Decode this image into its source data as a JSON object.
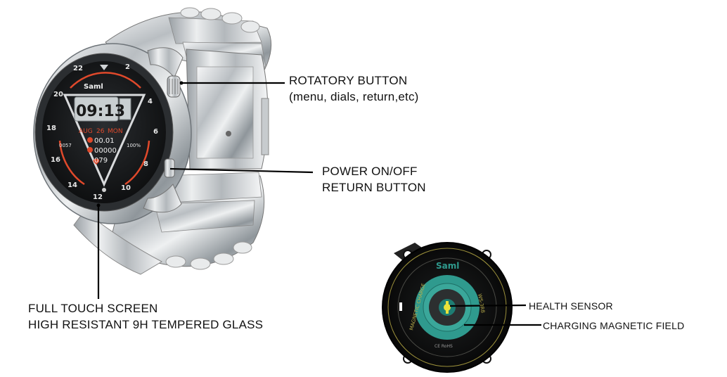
{
  "callouts": {
    "rotary": {
      "line1": "ROTATORY BUTTON",
      "line2": "(menu, dials, return,etc)"
    },
    "power": {
      "line1": "POWER ON/OFF",
      "line2": "RETURN BUTTON"
    },
    "screen": {
      "line1": "FULL TOUCH SCREEN",
      "line2": "HIGH RESISTANT 9H TEMPERED GLASS"
    },
    "health": {
      "line1": "HEALTH SENSOR"
    },
    "charging": {
      "line1": "CHARGING MAGNETIC FIELD"
    }
  },
  "watch_face": {
    "brand": "Saml",
    "time": "09:13",
    "month": "AUG",
    "day": "26",
    "weekday": "MON",
    "distance": "00.01",
    "steps": "00000",
    "heart_rate": "079",
    "left_value": "0057",
    "battery": "100%",
    "numerals": [
      "2",
      "4",
      "6",
      "8",
      "10",
      "12",
      "14",
      "16",
      "18",
      "20",
      "22"
    ]
  },
  "watch_back": {
    "brand": "Saml",
    "magnetic_label": "MAGNETIC CHARGE",
    "model": "WS-3R8",
    "cert": "CE RoHS"
  },
  "colors": {
    "accent_red": "#e0492b",
    "sensor_teal": "#2f9a8e",
    "sensor_yellow": "#e8e23a",
    "lcd_grey": "#c9cfd1"
  }
}
